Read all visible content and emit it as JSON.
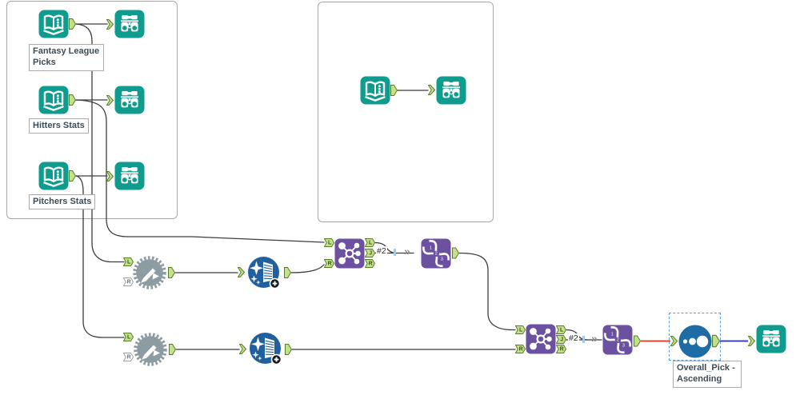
{
  "app": {
    "name": "Alteryx workflow canvas"
  },
  "colors": {
    "teal": "#0F9C8F",
    "purple": "#6C51A1",
    "cleanse_blue": "#21609F",
    "sort_blue": "#1E6CA6",
    "gear_gray": "#8D9CA3",
    "anchor_fill": "#C4E08E",
    "anchor_stroke": "#567F22",
    "line": "#3D3D3D",
    "red_line": "#E03127",
    "blue_line": "#2A2AB4",
    "note_border": "#ABABAB",
    "note_text": "#3E4C57",
    "container_border": "#A8A8A8",
    "selection_blue": "#5B9BD5",
    "tick_blue": "#A8C8E8",
    "badge_black": "#141414"
  },
  "glyphs": {
    "multi_connection": "»",
    "macro_plus": "+"
  },
  "anchors": {
    "l": "L",
    "j": "J",
    "r": "R"
  },
  "union_digits": {
    "d1": "1",
    "d2": "2",
    "d3": "3"
  },
  "tools": {
    "input_fantasy": {
      "type": "input-data",
      "annotation": "Fantasy League\nPicks"
    },
    "browse_fantasy": {
      "type": "browse"
    },
    "input_hitters": {
      "type": "input-data",
      "annotation": "Hitters Stats"
    },
    "browse_hitters": {
      "type": "browse"
    },
    "input_pitchers": {
      "type": "input-data",
      "annotation": "Pitchers Stats"
    },
    "browse_pitchers": {
      "type": "browse"
    },
    "input_single": {
      "type": "input-data"
    },
    "browse_single": {
      "type": "browse"
    },
    "dynamic_rename_1": {
      "type": "dynamic-rename"
    },
    "data_cleansing_1": {
      "type": "data-cleansing-macro"
    },
    "join_1": {
      "type": "join"
    },
    "union_1": {
      "type": "union"
    },
    "dynamic_rename_2": {
      "type": "dynamic-rename"
    },
    "data_cleansing_2": {
      "type": "data-cleansing-macro"
    },
    "join_2": {
      "type": "join"
    },
    "union_2": {
      "type": "union"
    },
    "sort": {
      "type": "sort",
      "annotation": "Overall_Pick -\nAscending",
      "selected": true
    },
    "browse_final": {
      "type": "browse"
    }
  },
  "connections": {
    "join1_j_number": "#2",
    "join2_j_number": "#2"
  }
}
